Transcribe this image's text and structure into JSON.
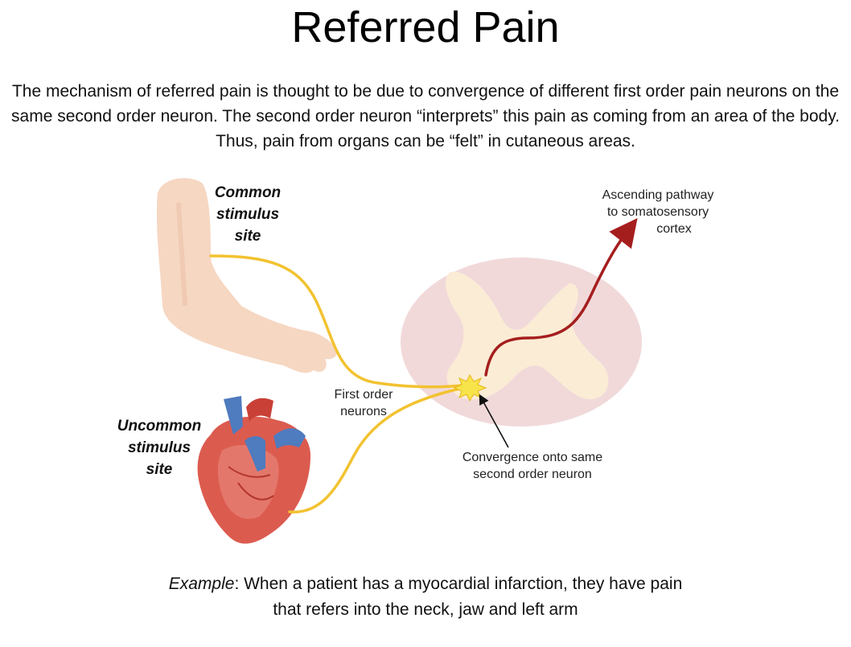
{
  "title": "Referred Pain",
  "intro": "The mechanism of referred pain is thought to be due to convergence of different first order pain neurons on the same second order neuron. The second order neuron “interprets” this pain as coming from an area of the body. Thus, pain from organs can be “felt” in cutaneous areas.",
  "labels": {
    "common_site": [
      "Common",
      "stimulus",
      "site"
    ],
    "uncommon_site": [
      "Uncommon",
      "stimulus",
      "site"
    ],
    "first_order": [
      "First order",
      "neurons"
    ],
    "ascending": [
      "Ascending pathway",
      "to somatosensory",
      "cortex"
    ],
    "convergence": [
      "Convergence onto same",
      "second order neuron"
    ]
  },
  "example": {
    "prefix": "Example",
    "text": ":  When a patient has a myocardial infarction, they have pain",
    "text2": "that refers into the neck, jaw and left arm"
  },
  "colors": {
    "nerve": "#f2c230",
    "pathway": "#a51e1e",
    "cord_outer": "#f1d9da",
    "cord_inner": "#fbecd5",
    "skin": "#f6d7c2",
    "heart": "#dc5b4f",
    "vessel": "#4f7bbf"
  }
}
